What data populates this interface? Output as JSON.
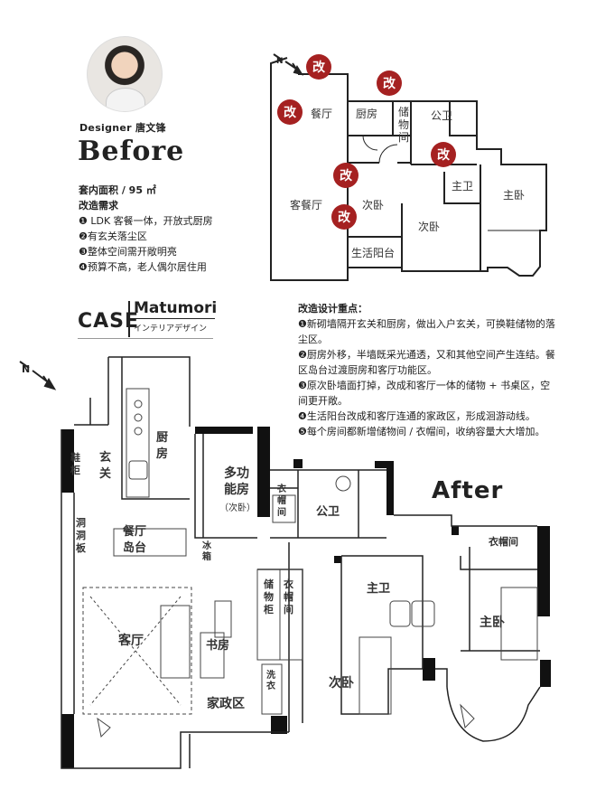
{
  "designer": "Designer 唐文锋",
  "before_title": "Before",
  "after_title": "After",
  "area": "套内面积 / 95 ㎡",
  "requirements": {
    "title": "改造需求",
    "items": [
      "❶ LDK 客餐一体，开放式厨房",
      "❷有玄关落尘区",
      "❸整体空间需开敞明亮",
      "❹预算不高，老人偶尔居住用"
    ]
  },
  "brand": {
    "case": "CASE",
    "name": "Matumori",
    "sub": "インテリアデザイン"
  },
  "design_focus": {
    "title": "改造设计重点：",
    "items": [
      "❶新砌墙隔开玄关和厨房，做出入户玄关，可换鞋储物的落尘区。",
      "❷厨房外移，半墙既采光通透，又和其他空间产生连结。餐区岛台过渡厨房和客厅功能区。",
      "❸原次卧墙面打掉，改成和客厅一体的储物 + 书桌区，空间更开敞。",
      "❹生活阳台改成和客厅连通的家政区，形成洄游动线。",
      "❺每个房间都新增储物间 / 衣帽间，收纳容量大大增加。"
    ]
  },
  "before_plan": {
    "mark": "改",
    "north": "N",
    "rooms": {
      "dining": "餐厅",
      "kitchen": "厨房",
      "storage": "储物间",
      "public_bath": "公卫",
      "living_dining": "客餐厅",
      "second_bed_a": "次卧",
      "second_bed_b": "次卧",
      "master_bath": "主卫",
      "master_bed": "主卧",
      "balcony": "生活阳台"
    }
  },
  "after_plan": {
    "north": "N",
    "rooms": {
      "entry": "玄关",
      "shoe": "鞋柜",
      "kitchen": "厨房",
      "multi": "多功能房",
      "multi_sub": "（次卧）",
      "closet_small": "衣帽间",
      "public_bath": "公卫",
      "hole_board": "洞洞板",
      "dining": "餐厅岛台",
      "fridge": "冰箱",
      "storage_cab": "储物柜",
      "closet_mid": "衣帽间",
      "closet_master": "衣帽间",
      "master_bath": "主卫",
      "master_bed": "主卧",
      "living": "客厅",
      "study": "书房",
      "washer": "洗衣",
      "second_bed": "次卧",
      "housework": "家政区"
    }
  },
  "colors": {
    "mark": "#a52121",
    "ink": "#222222",
    "dash": "#555555"
  }
}
